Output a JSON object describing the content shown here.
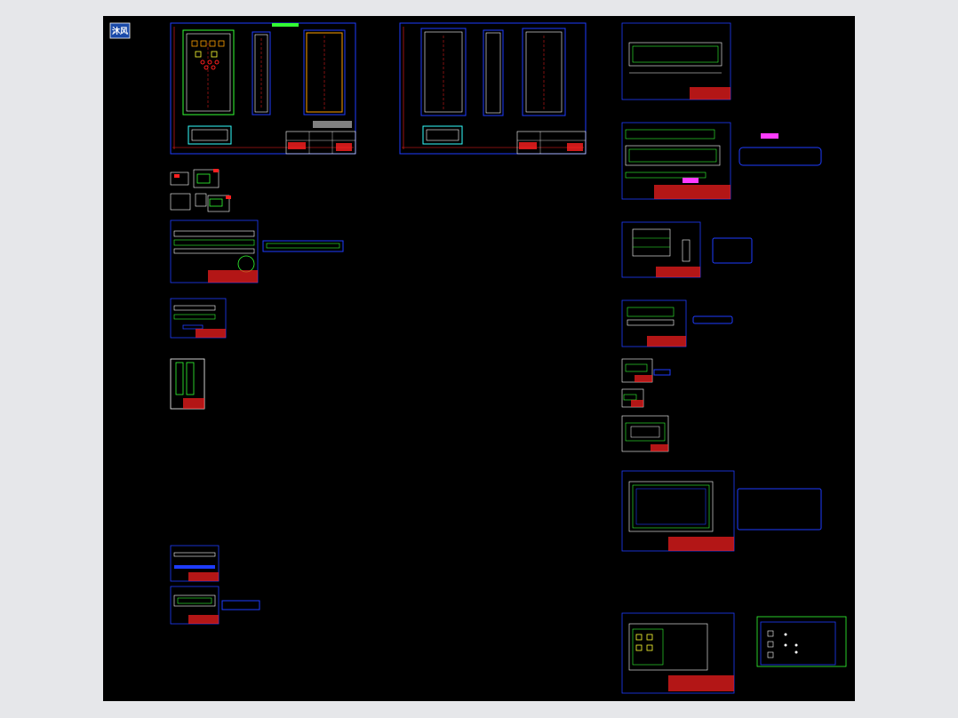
{
  "viewer": {
    "background_color": "#e6e7ea",
    "canvas_color": "#000000",
    "logo_text": "沐风",
    "layer_colors": {
      "frame": "#1e3cff",
      "outline": "#ffffff",
      "detail": "#33ff33",
      "dimension": "#ff1e1e",
      "hidden": "#ffa000",
      "note": "#ff3cff"
    }
  },
  "sheets": [
    "main-assembly-sheet-a",
    "main-assembly-sheet-b",
    "part-details-left-column",
    "part-details-right-column"
  ]
}
